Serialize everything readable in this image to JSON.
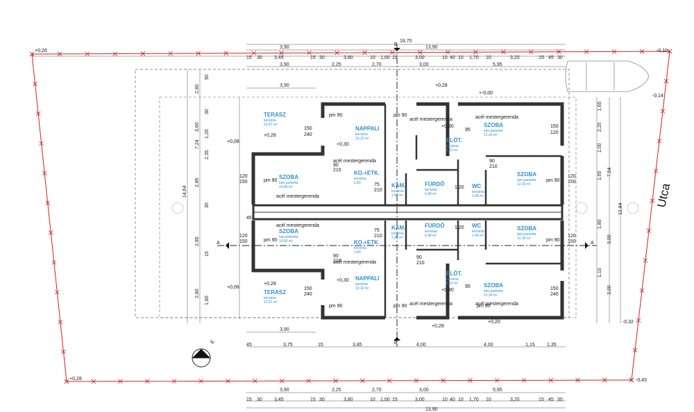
{
  "street": "Utca",
  "section_marks": {
    "a": "A",
    "b": "B"
  },
  "north": "É",
  "corner_levels": [
    "+0,26",
    "-0,10",
    "-0,14",
    "+0,28",
    "-0,43",
    "-0,32"
  ],
  "levels": {
    "p030": "+0,30",
    "p028": "+0,28",
    "p006": "+0,06",
    "p000": "+-0,00",
    "p020": "+0,20"
  },
  "dims_top": {
    "overall": "18,70",
    "row1": [
      "3,90",
      "13,90"
    ],
    "row2": [
      "15",
      "30",
      "3,45",
      "15",
      "30",
      "3,80",
      "10",
      "1,00",
      "15",
      "3,00",
      "10",
      "40",
      "10",
      "1,70",
      "10",
      "3,20",
      "15",
      "45",
      "30"
    ],
    "row3": [
      "3,90",
      "2,25",
      "2,70",
      "3,00",
      "5,95"
    ],
    "row4": "3,90"
  },
  "dims_bottom": {
    "row1": "3,90",
    "row2": [
      "45",
      "3,75",
      "15",
      "3,85",
      "4,00",
      "4,00",
      "1,15",
      "1,35"
    ],
    "row3": [
      "3,90",
      "2,25",
      "2,70",
      "3,00",
      "5,95"
    ],
    "row4": [
      "15",
      "30",
      "3,45",
      "15",
      "30",
      "3,80",
      "10",
      "1,00",
      "15",
      "3,00",
      "10",
      "40",
      "10",
      "1,70",
      "10",
      "3,20",
      "15",
      "45",
      "30"
    ],
    "overall": "13,90"
  },
  "dims_left": {
    "overall": "14,64",
    "half": "7,24",
    "ranges": [
      "2,80",
      "3,60",
      "2,85",
      "2,85",
      "2,80"
    ],
    "small": [
      "90",
      "30",
      "1,20",
      "2,35",
      "30",
      "15",
      "1,80"
    ]
  },
  "dims_right": {
    "overall": "12,84",
    "half": "7,54",
    "ranges": [
      "3,00",
      "3,00"
    ],
    "small": [
      "1,65",
      "2,20",
      "1,00",
      "1,65",
      "1,80",
      "1,10"
    ]
  },
  "rooms": [
    {
      "name": "TERASZ",
      "sub": "kerámia",
      "area": "12,87 m²"
    },
    {
      "name": "NAPPALI",
      "sub": "kerámia",
      "area": "19,32 m²"
    },
    {
      "name": "SZOBA",
      "sub": "lam.parketta",
      "area": "12,24 m²"
    },
    {
      "name": "ELŐT.",
      "sub": "kerámia",
      "area": "5,12 m²"
    },
    {
      "name": "SZOBA",
      "sub": "lam.parketta",
      "area": "10,80 m²"
    },
    {
      "name": "KO.+ETK.",
      "sub": "kerámia",
      "area": "1,80"
    },
    {
      "name": "KAM.",
      "sub": "kerámia",
      "area": "1,80 m²"
    },
    {
      "name": "FÜRDŐ",
      "sub": "kerámia",
      "area": "5,48 m²"
    },
    {
      "name": "WC",
      "sub": "kerámia",
      "area": "1,46 m²"
    },
    {
      "name": "SZOBA",
      "sub": "lam.parketta",
      "area": "12,30 m²"
    },
    {
      "name": "SZOBA",
      "sub": "lam.parketta",
      "area": "10,80 m²"
    },
    {
      "name": "KO.+ETK.",
      "sub": "kerámia",
      "area": "1,80"
    },
    {
      "name": "KAM.",
      "sub": "kerámia",
      "area": "1,80 m²"
    },
    {
      "name": "FÜRDŐ",
      "sub": "kerámia",
      "area": "5,48 m²"
    },
    {
      "name": "WC",
      "sub": "kerámia",
      "area": "1,46 m²"
    },
    {
      "name": "SZOBA",
      "sub": "lam.parketta",
      "area": "12,30 m²"
    },
    {
      "name": "TERASZ",
      "sub": "kerámia",
      "area": "12,87 m²"
    },
    {
      "name": "NAPPALI",
      "sub": "kerámia",
      "area": "19,32 m²"
    },
    {
      "name": "ELŐT.",
      "sub": "kerámia",
      "area": "5,14 m²"
    },
    {
      "name": "SZOBA",
      "sub": "lam.parketta",
      "area": "12,24 m²"
    }
  ],
  "beam": "acél mestergerenda",
  "opening": "pm 90",
  "wins": [
    "150",
    "240",
    "90",
    "210",
    "120",
    "75",
    "95",
    "45",
    "1,20"
  ]
}
